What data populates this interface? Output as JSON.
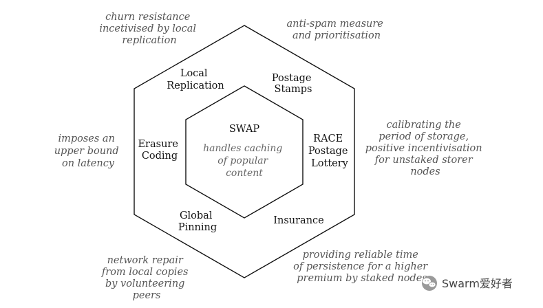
{
  "center": {
    "title": "SWAP",
    "subtitle": [
      "handles caching",
      "of popular",
      "content"
    ]
  },
  "components": {
    "local_replication": [
      "Local",
      "Replication"
    ],
    "postage_stamps": [
      "Postage",
      "Stamps"
    ],
    "race_lottery": [
      "RACE",
      "Postage",
      "Lottery"
    ],
    "insurance": [
      "Insurance"
    ],
    "global_pinning": [
      "Global",
      "Pinning"
    ],
    "erasure_coding": [
      "Erasure",
      "Coding"
    ]
  },
  "annotations": {
    "top_left": [
      "churn resistance",
      "incetivised by local",
      "replication"
    ],
    "top_right": [
      "anti-spam measure",
      "and prioritisation"
    ],
    "left": [
      "imposes an",
      "upper bound",
      "on latency"
    ],
    "right": [
      "calibrating the",
      "period of storage,",
      "positive incentivisation",
      "for unstaked storer",
      "nodes"
    ],
    "bottom_left": [
      "network repair",
      "from local copies",
      "by volunteering",
      "peers"
    ],
    "bottom_right": [
      "providing reliable time",
      "of persistence for a higher",
      "premium by staked nodes"
    ]
  },
  "watermark": {
    "icon": "wechat-icon",
    "text": "Swarm爱好者"
  }
}
